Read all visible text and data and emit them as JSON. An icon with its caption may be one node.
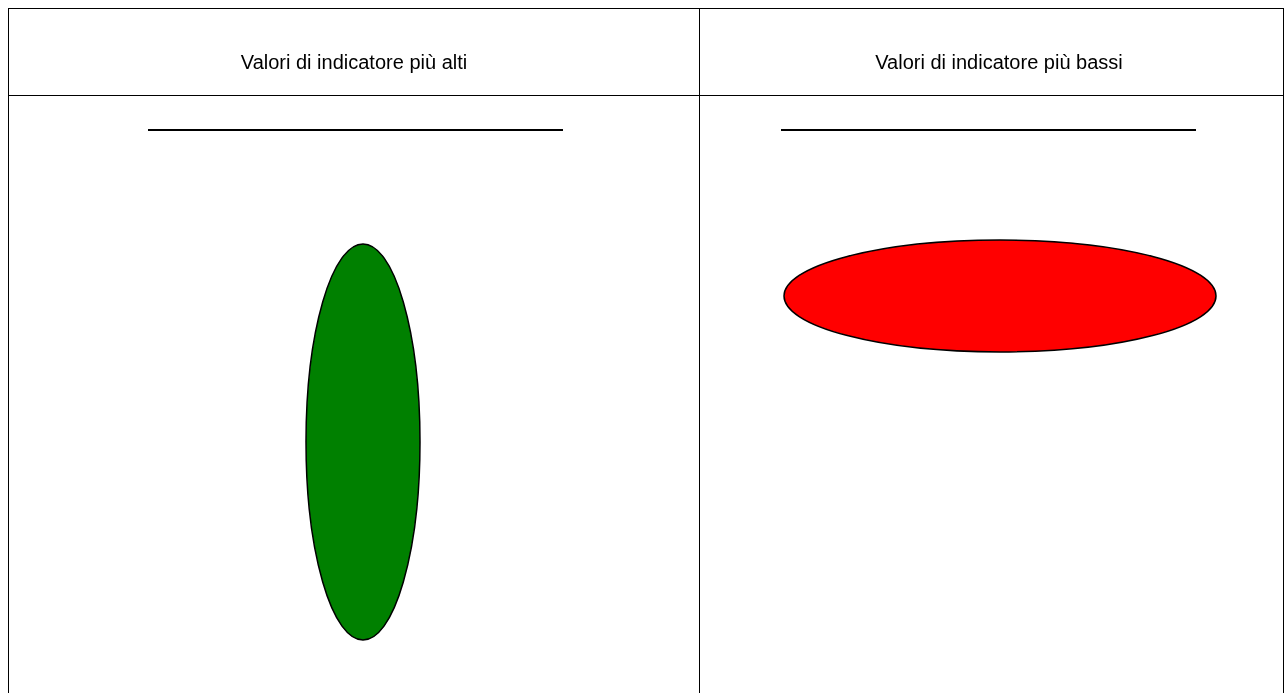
{
  "diagram": {
    "nodes": [
      {
        "text": [],
        "shape": "ellipse"
      },
      {
        "text": [],
        "shape": "ellipse"
      }
    ],
    "labels": [
      "Valori di indicatore più alti",
      "Valori di indicatore più bassi"
    ]
  }
}
